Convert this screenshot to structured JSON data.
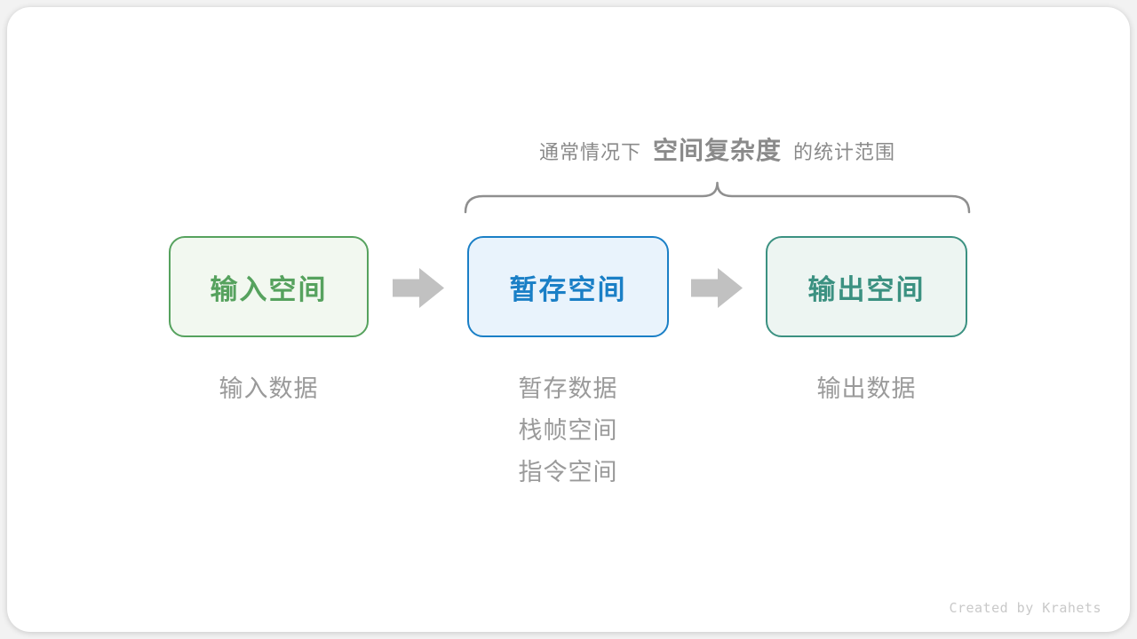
{
  "page": {
    "outer_bg": "#f2f2f2",
    "card_bg": "#ffffff"
  },
  "caption": {
    "prefix": "通常情况下",
    "highlight": "空间复杂度",
    "suffix": "的统计范围",
    "color": "#8a8a8a"
  },
  "brace": {
    "color": "#8f8f8f"
  },
  "boxes": [
    {
      "label": "输入空间",
      "text_color": "#56a25e",
      "border_color": "#56a25e",
      "bg_color": "#f2f8f0"
    },
    {
      "label": "暂存空间",
      "text_color": "#1a7fc6",
      "border_color": "#1a7fc6",
      "bg_color": "#e9f3fc"
    },
    {
      "label": "输出空间",
      "text_color": "#3b9181",
      "border_color": "#3b9181",
      "bg_color": "#edf5f2"
    }
  ],
  "arrow": {
    "color": "#c1c1c1"
  },
  "annotations": {
    "color": "#9a9a9a",
    "input": [
      "输入数据"
    ],
    "buffer": [
      "暂存数据",
      "栈帧空间",
      "指令空间"
    ],
    "output": [
      "输出数据"
    ]
  },
  "watermark": {
    "text": "Created by Krahets",
    "color": "#c9c9c9"
  }
}
